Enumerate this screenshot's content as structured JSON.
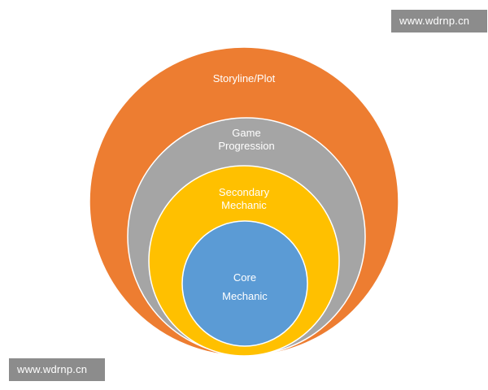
{
  "diagram": {
    "rings": [
      {
        "id": "storyline",
        "lines": [
          "Storyline/Plot"
        ],
        "color": "#ed7d31"
      },
      {
        "id": "progression",
        "lines": [
          "Game",
          "Progression"
        ],
        "color": "#a5a5a5"
      },
      {
        "id": "secondary",
        "lines": [
          "Secondary",
          "Mechanic"
        ],
        "color": "#ffc000"
      },
      {
        "id": "core",
        "lines": [
          "Core",
          "Mechanic"
        ],
        "color": "#5b9bd5"
      }
    ],
    "outline_color": "#ffffff"
  },
  "watermarks": {
    "top": "www.wdrnp.cn",
    "bottom": "www.wdrnp.cn"
  }
}
